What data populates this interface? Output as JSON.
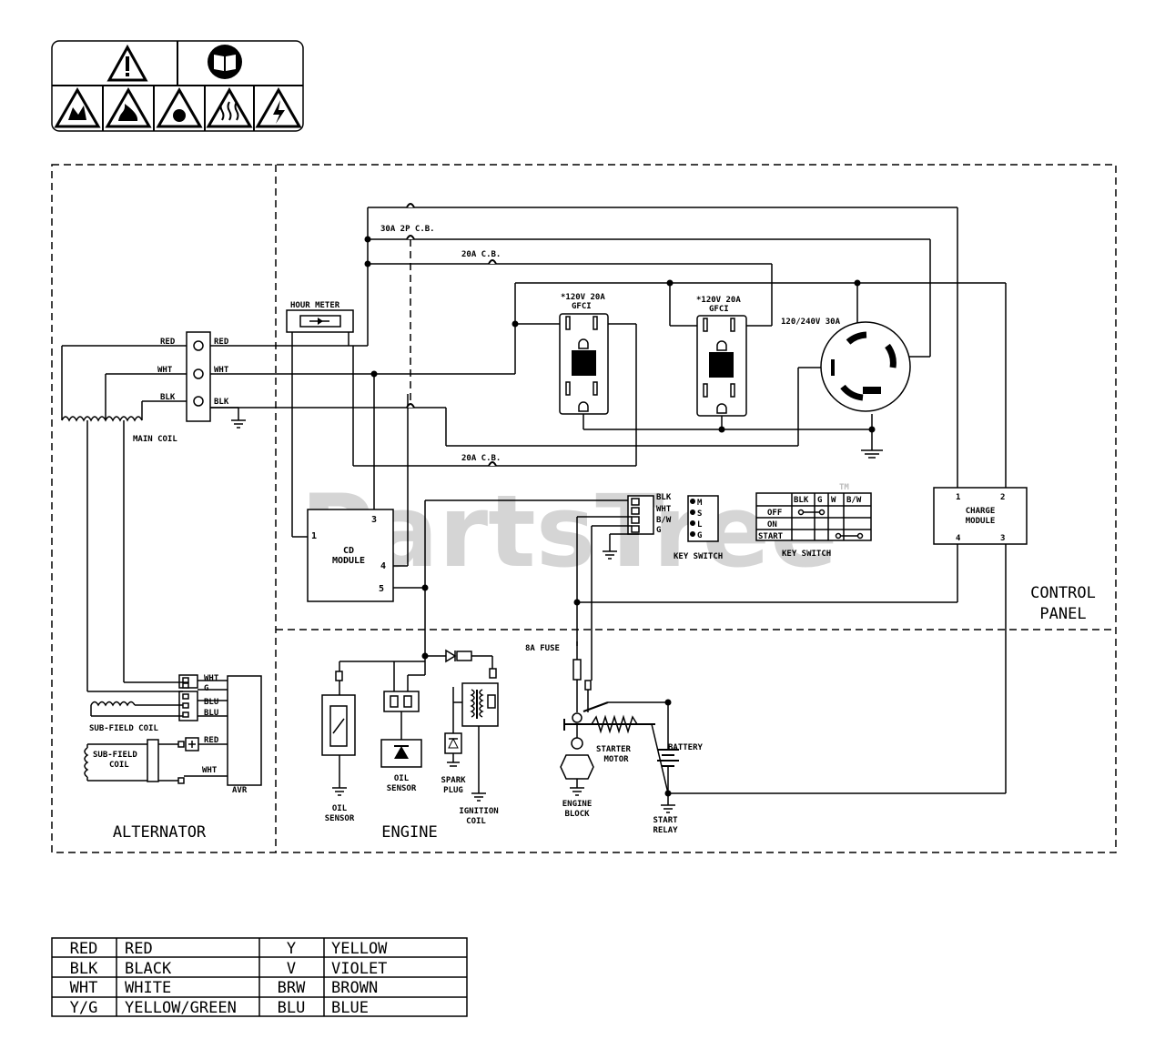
{
  "warning_labels": {
    "icons": [
      "warning-triangle-icon",
      "manual-book-icon",
      "explosion-hazard-icon",
      "fire-hazard-icon",
      "burst-hazard-icon",
      "hot-surface-icon",
      "electric-shock-icon"
    ]
  },
  "regions": {
    "alternator": "ALTERNATOR",
    "engine": "ENGINE",
    "control_panel_1": "CONTROL",
    "control_panel_2": "PANEL"
  },
  "watermark": {
    "text": "PartsTree",
    "tm": "TM"
  },
  "components": {
    "breaker_30a": "30A 2P C.B.",
    "breaker_20a_top": "20A C.B.",
    "breaker_20a_bottom": "20A C.B.",
    "hour_meter": "HOUR METER",
    "gfci1_l1": "*120V 20A",
    "gfci1_l2": "GFCI",
    "gfci2_l1": "*120V 20A",
    "gfci2_l2": "GFCI",
    "twistlock": "120/240V 30A",
    "main_coil": "MAIN COIL",
    "cd_module_l1": "CD",
    "cd_module_l2": "MODULE",
    "cd_pin1": "1",
    "cd_pin3": "3",
    "cd_pin4": "4",
    "cd_pin5": "5",
    "charge_l1": "CHARGE",
    "charge_l2": "MODULE",
    "charge_pin1": "1",
    "charge_pin2": "2",
    "charge_pin3": "3",
    "charge_pin4": "4",
    "key_switch_1": "KEY SWITCH",
    "key_switch_2": "KEY SWITCH",
    "sub_field_coil_1": "SUB-FIELD COIL",
    "sub_field_coil_2a": "SUB-FIELD",
    "sub_field_coil_2b": "COIL",
    "avr": "AVR",
    "fuse": "8A FUSE",
    "starter_l1": "STARTER",
    "starter_l2": "MOTOR",
    "battery": "BATTERY",
    "engine_block_l1": "ENGINE",
    "engine_block_l2": "BLOCK",
    "start_relay_l1": "START",
    "start_relay_l2": "RELAY",
    "oil_sensor_a1": "OIL",
    "oil_sensor_a2": "SENSOR",
    "oil_sensor_b1": "OIL",
    "oil_sensor_b2": "SENSOR",
    "spark_plug_1": "SPARK",
    "spark_plug_2": "PLUG",
    "ignition_coil_1": "IGNITION",
    "ignition_coil_2": "COIL"
  },
  "wire_labels": {
    "red_left": "RED",
    "red_right": "RED",
    "wht_left": "WHT",
    "wht_right": "WHT",
    "blk_left": "BLK",
    "blk_right": "BLK",
    "ks_blk": "BLK",
    "ks_wht": "WHT",
    "ks_bw": "B/W",
    "ks_g": "G",
    "ks_m": "M",
    "ks_s": "S",
    "ks_l": "L",
    "ks_gg": "G",
    "avr_wht": "WHT",
    "avr_g": "G",
    "avr_blu1": "BLU",
    "avr_blu2": "BLU",
    "avr_red": "RED",
    "avr_wht2": "WHT"
  },
  "key_switch_table": {
    "headers": [
      "",
      "BLK",
      "G",
      "W",
      "B/W"
    ],
    "rows": [
      "OFF",
      "ON",
      "START"
    ]
  },
  "legend": {
    "rows": [
      [
        "RED",
        "RED",
        "Y",
        "YELLOW"
      ],
      [
        "BLK",
        "BLACK",
        "V",
        "VIOLET"
      ],
      [
        "WHT",
        "WHITE",
        "BRW",
        "BROWN"
      ],
      [
        "Y/G",
        "YELLOW/GREEN",
        "BLU",
        "BLUE"
      ]
    ]
  }
}
